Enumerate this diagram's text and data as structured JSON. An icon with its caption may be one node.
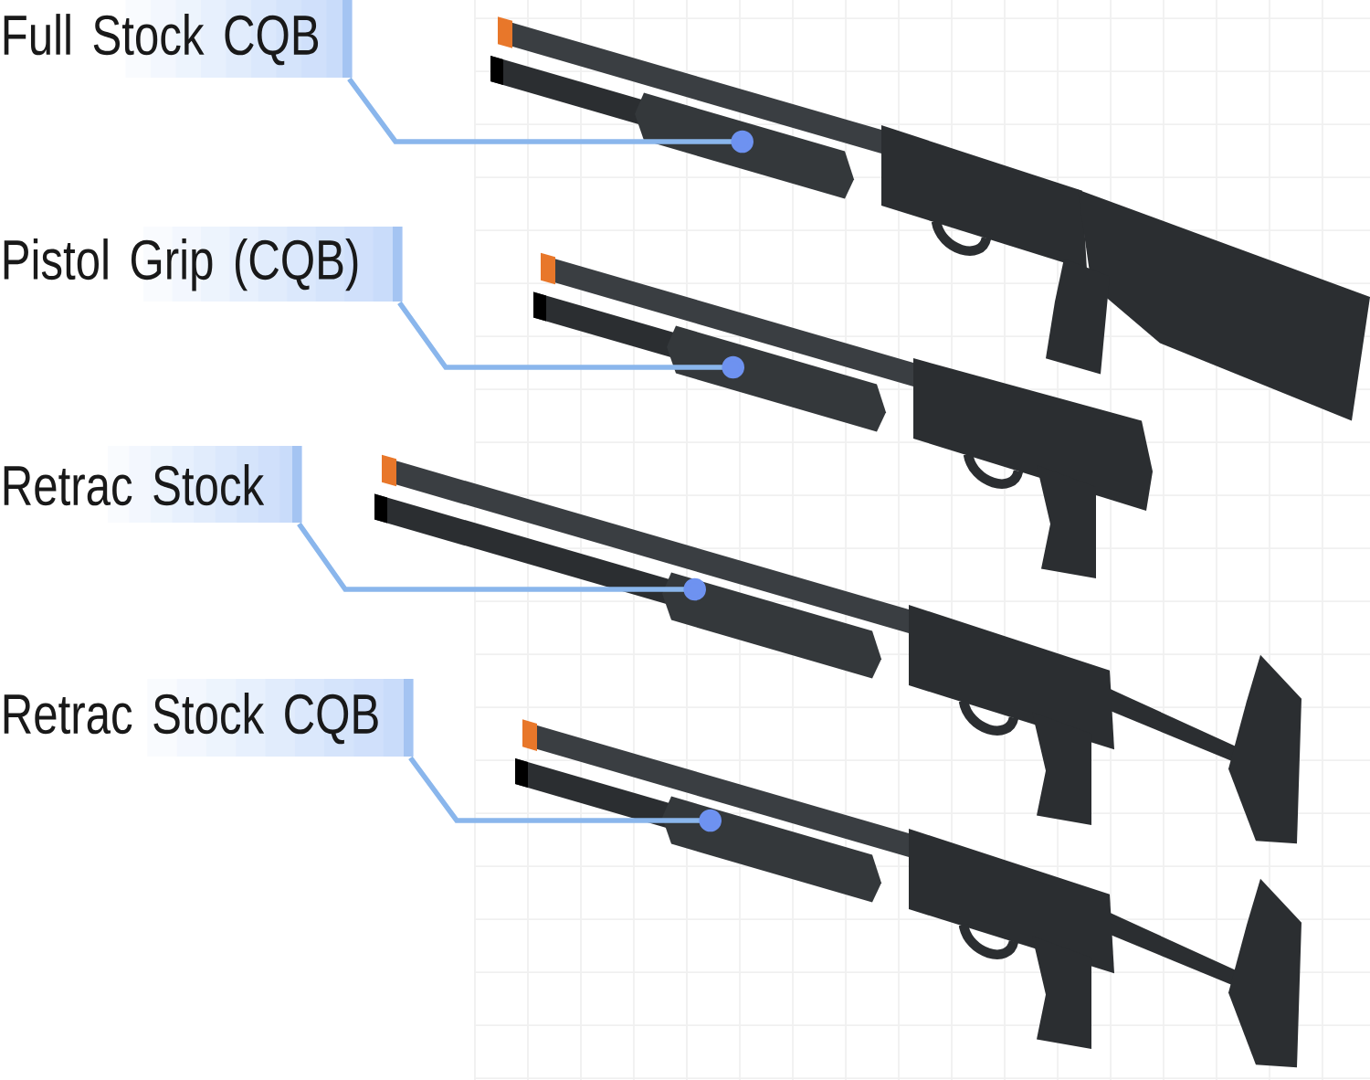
{
  "diagram": {
    "nodes": [
      {
        "text": [
          "Full Stock CQB"
        ]
      },
      {
        "text": [
          "Pistol Grip (CQB)"
        ]
      },
      {
        "text": [
          "Retrac Stock"
        ]
      },
      {
        "text": [
          "Retrac Stock CQB"
        ]
      },
      {
        "text": [],
        "shape": "picture"
      },
      {
        "text": [],
        "shape": "picture"
      },
      {
        "text": [],
        "shape": "picture"
      },
      {
        "text": [],
        "shape": "picture"
      }
    ],
    "edges": [
      {
        "from": 0,
        "to": 4,
        "arrow": "other"
      },
      {
        "from": 1,
        "to": 5,
        "arrow": "other"
      },
      {
        "from": 2,
        "to": 6,
        "arrow": "other"
      },
      {
        "from": 3,
        "to": 7,
        "arrow": "other"
      }
    ]
  }
}
